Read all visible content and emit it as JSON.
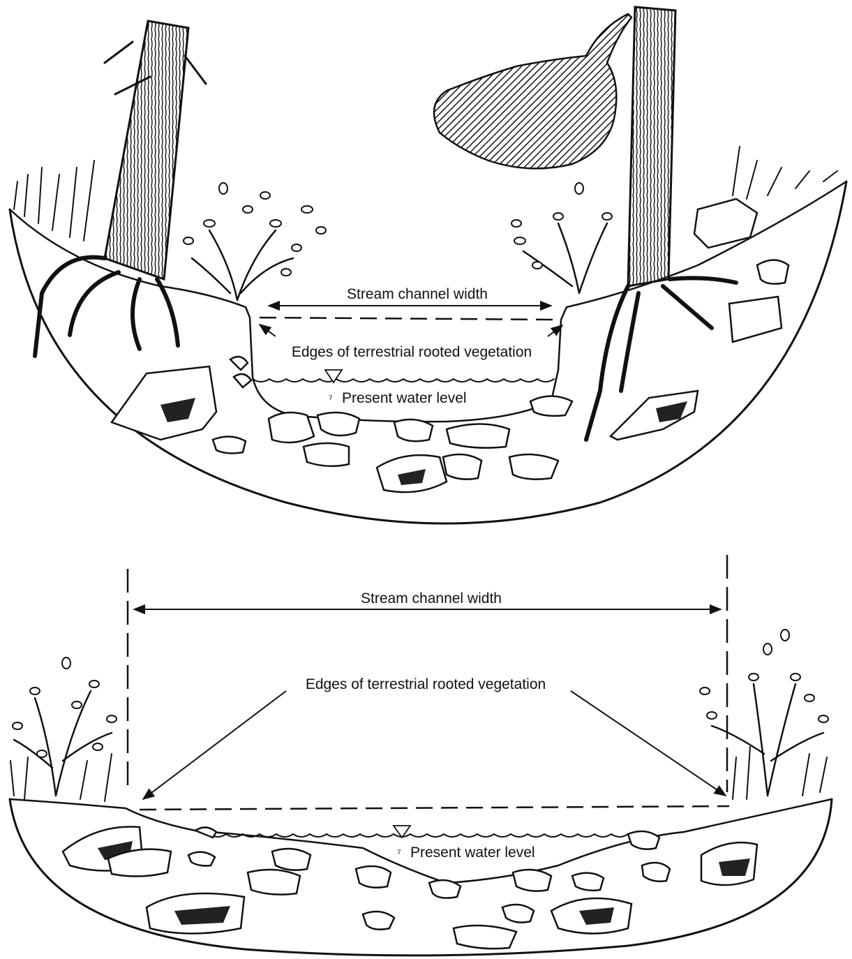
{
  "diagrams": [
    {
      "id": "top",
      "width_label": "Stream channel width",
      "vegetation_label": "Edges of terrestrial rooted vegetation",
      "water_label": "Present water level"
    },
    {
      "id": "bottom",
      "width_label": "Stream channel width",
      "vegetation_label": "Edges of terrestrial rooted vegetation",
      "water_label": "Present water level"
    }
  ],
  "colors": {
    "ink": "#111111",
    "background": "#ffffff"
  }
}
